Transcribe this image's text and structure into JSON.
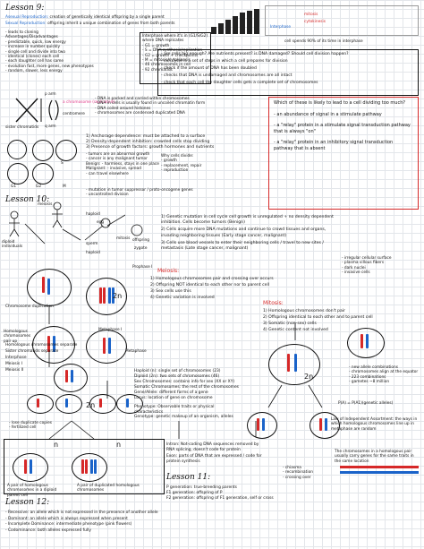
{
  "lesson9": {
    "title": "Lesson 9:",
    "def_asexual_term": "Asexual Reproduction:",
    "def_asexual_text": "creation of genetically identical offspring by a single parent",
    "def_sexual_term": "Sexual Reproduction:",
    "def_sexual_text": "offspring inherit a unique combination of genes from both parents",
    "notes": [
      "- leads to cloning",
      "Advantages/Disadvantages",
      "- predictable, quick, low energy",
      "- increase in number quickly",
      "- single cell and divide into two",
      "- identical (clones) each cell",
      "- each daughter cell has same",
      "- evolution fast, more genes, new phenotypes",
      "- random, slower, less energy"
    ],
    "box_notes": [
      "Interphase where it's in (G1/S/G2)",
      "where DNA replicates",
      "- G1 = growth",
      "- S = DNA synthesis/replication",
      "- G2 = growth + checkpoints",
      "- M = mitosis/cytokinesis",
      "- 46 chromosomes in cell",
      "- 92 chromatids"
    ],
    "chart_label_a": "mitosis",
    "chart_label_b": "cytokinesis",
    "interphase_label": "Interphase",
    "footnote": "cell spends 90% of its time in interphase",
    "checkpoints": [
      "- are cells big enough? Are nutrients present? is DNA damaged? Should cell division happen?",
      "- cell cycle is a set of steps in which a cell prepares for division",
      "- check if the amount of DNA has been doubled",
      "- checks that DNA is undamaged and chromosomes are all intact",
      "- check that each cell the daughter cells gets a complete set of chromosomes"
    ],
    "chromosome_labels": [
      "sister chromatids",
      "centromere",
      "a chromosome (replicated)",
      "p arm",
      "q arm"
    ],
    "dna_notes": [
      "- DNA is packed and carried within chromosomes",
      "- DNA in cells is usually found in uncoiled chromatin form",
      "- DNA coiled around histones",
      "- chromosomes are condensed duplicated DNA"
    ],
    "numbered": [
      "1) Anchorage dependence: must be attached to a surface",
      "2) Density-dependent inhibition: crowded cells stop dividing",
      "3) Presence of growth factors: growth hormones and nutrients"
    ],
    "cell_labels": [
      "G1",
      "G2",
      "S",
      "M"
    ],
    "cancer_notes": [
      "- tumors are an abnormal growth",
      "- cancer is any malignant tumor",
      "Benign: - harmless, stays in one place",
      "Malignant: - invasive, spread",
      "- can travel elsewhere"
    ],
    "cells_notes": [
      "Why cells divide:",
      "- growth",
      "- replacement, repair",
      "- reproduction"
    ],
    "cancer_list": [
      "- mutation in tumor suppressor / proto-oncogene genes",
      "- uncontrolled division"
    ],
    "red_box": {
      "question": "Which of these is likely to lead to a cell dividing too much?",
      "options": [
        "- an abundance of signal in a stimulate pathway",
        "- a \"relay\" protein in a stimulate signal transduction pathway that is always \"on\"",
        "- a \"relay\" protein in an inhibitory signal transduction pathway that is absent"
      ]
    }
  },
  "lesson10": {
    "title": "Lesson 10:",
    "labels": [
      "meiosis",
      "diploid individuals",
      "haploid",
      "egg",
      "mitosis",
      "sperm",
      "haploid",
      "offspring",
      "zygote"
    ],
    "mutation_notes": [
      "1) Genetic mutation in cell cycle cell growth is unregulated + no density dependent inhibition. Cells become tumors (Benign)",
      "2) Cells acquire more DNA mutations and continue to crowd tissues and organs, invading neighboring tissues (Early stage cancer, malignant)",
      "3) Cells use blood vessels to enter their neighboring cells / travel to new sites / metastasis (Late stage cancer, malignant)"
    ],
    "malignant_notes": [
      "- irregular cellular surface",
      "- plasma villous fibers",
      "- dark nuclei",
      "- invasive cells"
    ],
    "prophase_label": "Prophase I",
    "meiosis_label": "Meiosis:",
    "meiosis_steps": [
      "1) Homologous chromosomes pair and crossing over occurs",
      "2) Offspring NOT identical to each other nor to parent cell",
      "3) Sex cells use this",
      "4) Genetic variation is involved"
    ],
    "mitosis_label": "Mitosis:",
    "mitosis_steps": [
      "1) Homologous chromosomes don't pair",
      "2) Offspring identical to each other and to parent cell",
      "3) Somatic (non-sex) cells",
      "4) Genetic content not involved"
    ],
    "chromosome_notes": [
      "Chromosome duplication",
      "Homologous chromosomes pair up",
      "Metaphase I",
      "Metaphase"
    ],
    "ploidy": [
      "2n",
      "2n",
      "2n",
      "n",
      "n"
    ],
    "defs": [
      "Haploid (n): single set of chromosomes (23)",
      "Diploid (2n): two sets of chromosomes (46)",
      "Sex Chromosomes: contains info for sex (XX or XY)",
      "Somatic Chromosomes: the rest of the chromosomes",
      "Gene/Allele: different forms of a gene",
      "Locus: location of gene on chromosome"
    ],
    "x_notes": [
      "- lose duplicate copies",
      "- fertilized cell"
    ],
    "phenotypes": [
      "Phenotype: Observable traits or physical characteristics",
      "Genotype: genetic makeup of an organism, alleles"
    ],
    "bottom_left": [
      "Homologous chromosomes separate",
      "Sister chromatids separate",
      "Interphase",
      "Meiosis I",
      "Meiosis II"
    ],
    "pair_notes": [
      "A pair of homologous chromosomes in a diploid parent cell",
      "A pair of duplicated homologous chromosomes"
    ],
    "intron_exon": [
      "Intron: Not-coding DNA sequences removed by RNA splicing, doesn't code for protein",
      "Exon: parts of DNA that are expressed / code for protein synthesis"
    ],
    "crossover_notes": [
      "- chiasma",
      "- recombination",
      "- crossing over"
    ],
    "right_notes": [
      "- new allele combinations",
      "- chromosomes align at the equator",
      "- 223 combinations",
      "- gametes ~8 million"
    ],
    "probability": "P(A) = P(A1)(genetic alleles)",
    "law_note": "Law of Independent Assortment: the ways in which homologous chromosomes line up in metaphase are random"
  },
  "lesson11": {
    "title": "Lesson 11:",
    "lines": [
      "P generation: true-breeding parents",
      "F1 generation: offspring of P",
      "F2 generation: offspring of F1 generation, self or cross"
    ],
    "crossing_note": "The chromosomes in a homologous pair usually carry genes for the same traits in the same location"
  },
  "lesson12": {
    "title": "Lesson 12:",
    "lines": [
      "- Recessive: an allele which is not expressed in the presence of another allele",
      "- Dominant: an allele which is always expressed when present",
      "- Incomplete Dominance: intermediate phenotype (pink flowers)",
      "- Codominance: both alleles expressed fully"
    ]
  }
}
